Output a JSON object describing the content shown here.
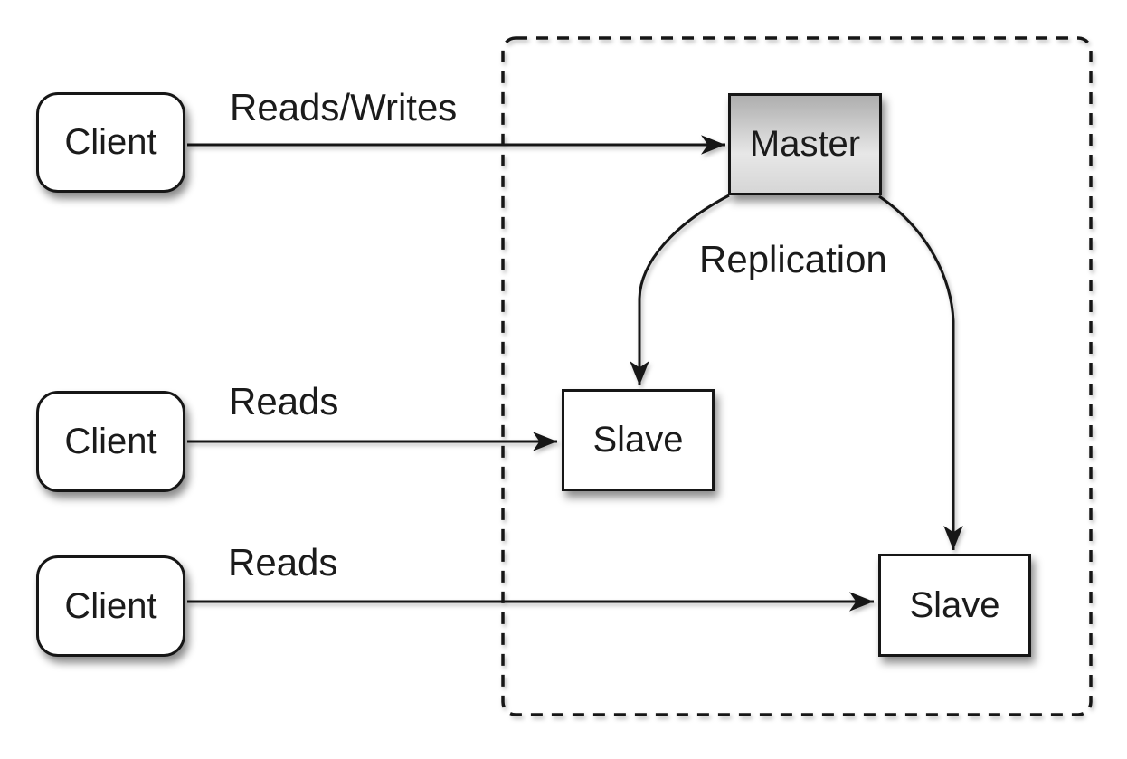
{
  "nodes": {
    "client1": {
      "label": "Client"
    },
    "client2": {
      "label": "Client"
    },
    "client3": {
      "label": "Client"
    },
    "master": {
      "label": "Master"
    },
    "slave1": {
      "label": "Slave"
    },
    "slave2": {
      "label": "Slave"
    }
  },
  "edges": {
    "reads_writes": {
      "label": "Reads/Writes",
      "from": "client1",
      "to": "master"
    },
    "reads_middle": {
      "label": "Reads",
      "from": "client2",
      "to": "slave1"
    },
    "reads_bottom": {
      "label": "Reads",
      "from": "client3",
      "to": "slave2"
    },
    "replication_left": {
      "label": "Replication",
      "from": "master",
      "to": "slave1"
    },
    "replication_right": {
      "label": "Replication",
      "from": "master",
      "to": "slave2"
    }
  },
  "colors": {
    "stroke": "#161616",
    "text": "#1b1b1b",
    "box_fill": "#ffffff",
    "master_gradient_top": "#aeaeae",
    "master_gradient_mid": "#e7e7e7",
    "master_gradient_bottom": "#d6d6d6",
    "background": "#ffffff"
  }
}
